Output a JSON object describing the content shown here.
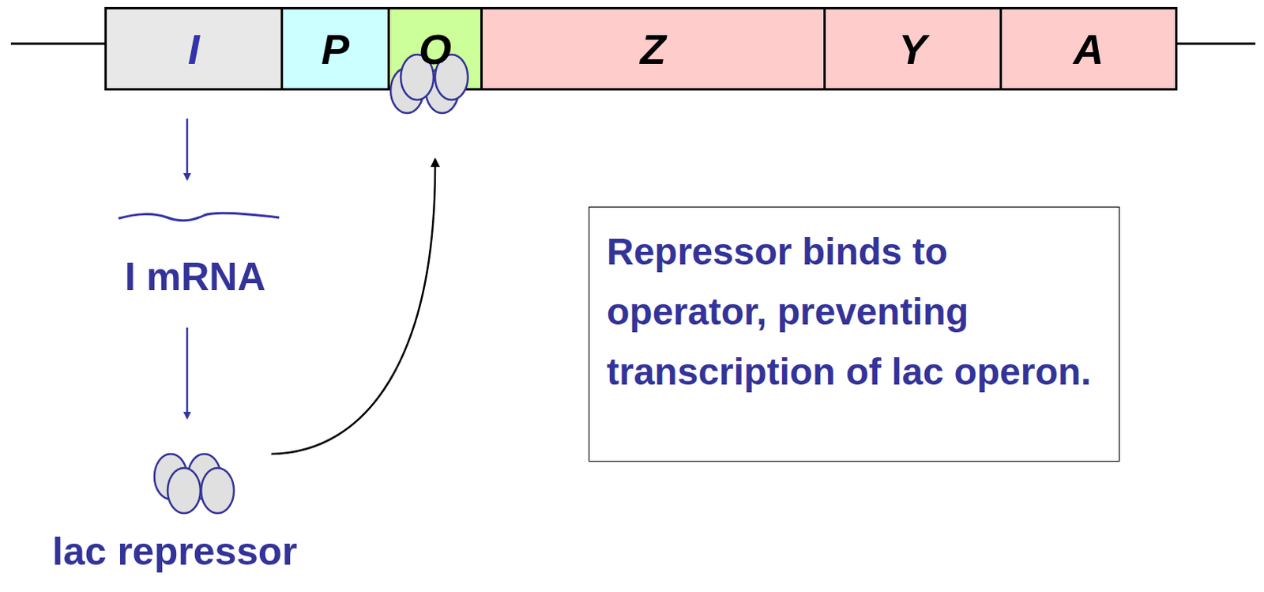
{
  "diagram": {
    "nodes": [
      {
        "text": [
          "I"
        ]
      },
      {
        "text": [
          "P"
        ]
      },
      {
        "text": [
          "O"
        ]
      },
      {
        "text": [
          "Z"
        ]
      },
      {
        "text": [
          "Y"
        ]
      },
      {
        "text": [
          "A"
        ]
      },
      {
        "text": [
          "Repressor binds to operator, preventing transcription of lac operon."
        ]
      }
    ],
    "labels": [
      "I mRNA",
      "lac repressor"
    ]
  }
}
